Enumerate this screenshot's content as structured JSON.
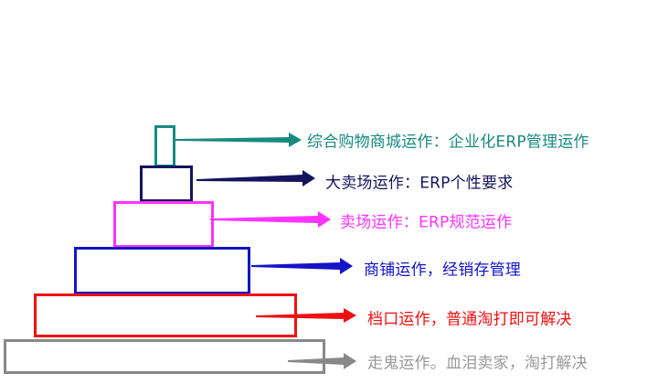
{
  "tiers": [
    {
      "label": "综合购物商城运作：企业化ERP管理运作",
      "color": "#1a8a80"
    },
    {
      "label": "大卖场运作：ERP个性要求",
      "color": "#14145e"
    },
    {
      "label": "卖场运作：ERP规范运作",
      "color": "#ff33ff"
    },
    {
      "label": "商铺运作，经销存管理",
      "color": "#1414c8"
    },
    {
      "label": "档口运作，普通淘打即可解决",
      "color": "#ee1111"
    },
    {
      "label": "走鬼运作。血泪卖家，淘打解决",
      "color": "#888888"
    }
  ]
}
